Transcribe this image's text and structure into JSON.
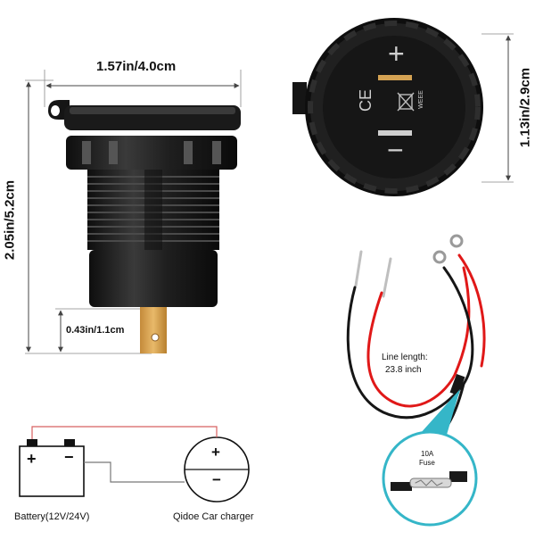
{
  "dimensions": {
    "width": "1.57in/4.0cm",
    "height": "2.05in/5.2cm",
    "terminal": "0.43in/1.1cm",
    "face_diameter": "1.13in/2.9cm"
  },
  "face": {
    "plus_symbol": "+",
    "minus_symbol": "−",
    "ce_mark": "CE",
    "weee_mark": "WEEE"
  },
  "cable": {
    "line_length_label": "Line length:",
    "line_length_value": "23.8 inch",
    "fuse_rating": "10A",
    "fuse_label": "Fuse"
  },
  "circuit": {
    "battery_label": "Battery(12V/24V)",
    "charger_label": "Qidoe Car charger",
    "battery_plus": "+",
    "battery_minus": "−",
    "charger_plus": "+",
    "charger_minus": "−"
  },
  "colors": {
    "body": "#1c1c1c",
    "terminal": "#d4a253",
    "red_wire": "#e01818",
    "black_wire": "#161616",
    "fuse_callout": "#35b6c8"
  }
}
